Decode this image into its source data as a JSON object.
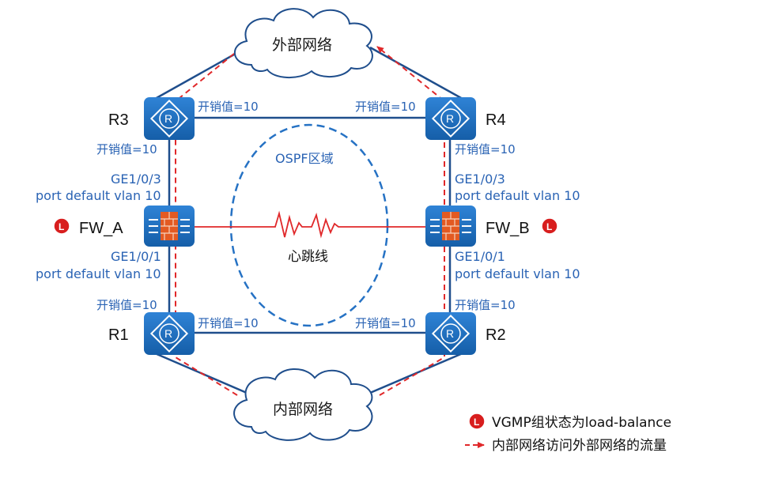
{
  "clouds": {
    "external": "外部网络",
    "internal": "内部网络"
  },
  "devices": {
    "r1": "R1",
    "r2": "R2",
    "r3": "R3",
    "r4": "R4",
    "fw_a": "FW_A",
    "fw_b": "FW_B"
  },
  "costs": {
    "r3_r4_left": "开销值=10",
    "r3_r4_right": "开销值=10",
    "r3_fwa": "开销值=10",
    "r4_fwb": "开销值=10",
    "fwa_r1": "开销值=10",
    "fwb_r2": "开销值=10",
    "r1_r2_left": "开销值=10",
    "r1_r2_right": "开销值=10"
  },
  "interfaces": {
    "fwa_top_port": "GE1/0/3",
    "fwa_top_vlan": "port default vlan 10",
    "fwa_bottom_port": "GE1/0/1",
    "fwa_bottom_vlan": "port default vlan 10",
    "fwb_top_port": "GE1/0/3",
    "fwb_top_vlan": "port default vlan 10",
    "fwb_bottom_port": "GE1/0/1",
    "fwb_bottom_vlan": "port default vlan 10"
  },
  "ospf_area": "OSPF区域",
  "heartbeat": "心跳线",
  "badge_letter": "L",
  "legend": {
    "vgmp_label": "VGMP组状态为load-balance",
    "traffic_label": "内部网络访问外部网络的流量"
  },
  "colors": {
    "device": "#1f6fc4",
    "link": "#1f4e8c",
    "traffic": "#e0282a",
    "badge": "#d81e1e",
    "label": "#2a63b4"
  }
}
